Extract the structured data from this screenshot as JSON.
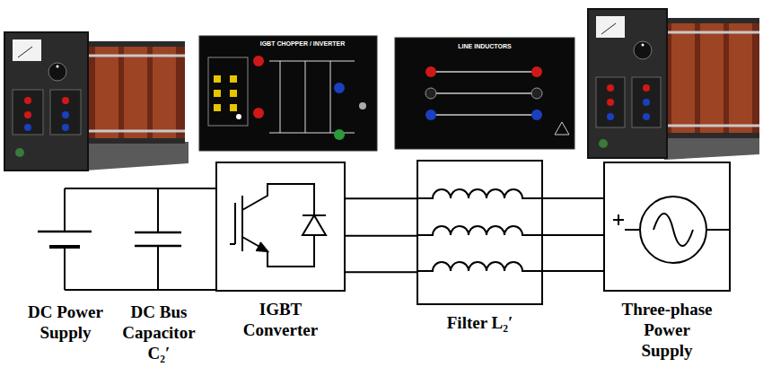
{
  "diagram": {
    "nodes": [
      {
        "text": [
          "IGBT Converter"
        ]
      },
      {
        "text": [
          "Filter L₂′"
        ]
      },
      {
        "text": [
          "Three-phase Power Supply"
        ]
      }
    ],
    "edges": [
      {
        "from": 0,
        "to": 1,
        "arrow": "none"
      },
      {
        "from": 0,
        "to": 1,
        "arrow": "none"
      },
      {
        "from": 0,
        "to": 1,
        "arrow": "none"
      },
      {
        "from": 1,
        "to": 2,
        "arrow": "none"
      },
      {
        "from": 1,
        "to": 2,
        "arrow": "none"
      },
      {
        "from": 1,
        "to": 2,
        "arrow": "none"
      }
    ],
    "labels": [
      "DC Power Supply",
      "DC Bus Capacitor C₂′",
      "IGBT CHOPPER / INVERTER",
      "LINE INDUCTORS"
    ]
  }
}
